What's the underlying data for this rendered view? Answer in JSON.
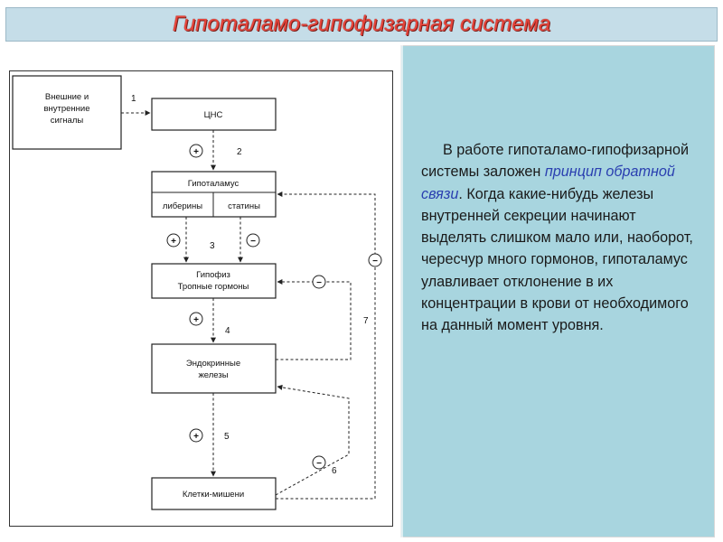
{
  "title": "Гипоталамо-гипофизарная система",
  "diagram": {
    "nodes": {
      "external_signals": [
        "Внешние и",
        "внутренние",
        "сигналы"
      ],
      "cns": "ЦНС",
      "hypothalamus": "Гипоталамус",
      "liberins": "либерины",
      "statins": "статины",
      "pituitary": [
        "Гипофиз",
        "Тропные гормоны"
      ],
      "endocrine_glands": [
        "Эндокринные",
        "железы"
      ],
      "target_cells": "Клетки-мишени"
    },
    "step_numbers": [
      "1",
      "2",
      "3",
      "4",
      "5",
      "6",
      "7"
    ],
    "signs": {
      "plus": "+",
      "minus": "−"
    }
  },
  "panel": {
    "text_before": "В работе гипоталамо-гипофизарной системы заложен ",
    "highlight": "принцип обратной связи",
    "text_after": ". Когда какие-нибудь железы внутренней секреции начинают выделять слишком мало или, наоборот, чересчур много гормонов, гипоталамус улавливает отклонение в их концентрации в крови от необходимого на данный момент уровня."
  },
  "colors": {
    "title_text": "#e8443a",
    "title_bar": "#c5dde8",
    "panel_bg": "#a8d5df",
    "highlight_text": "#2a3fb0"
  }
}
